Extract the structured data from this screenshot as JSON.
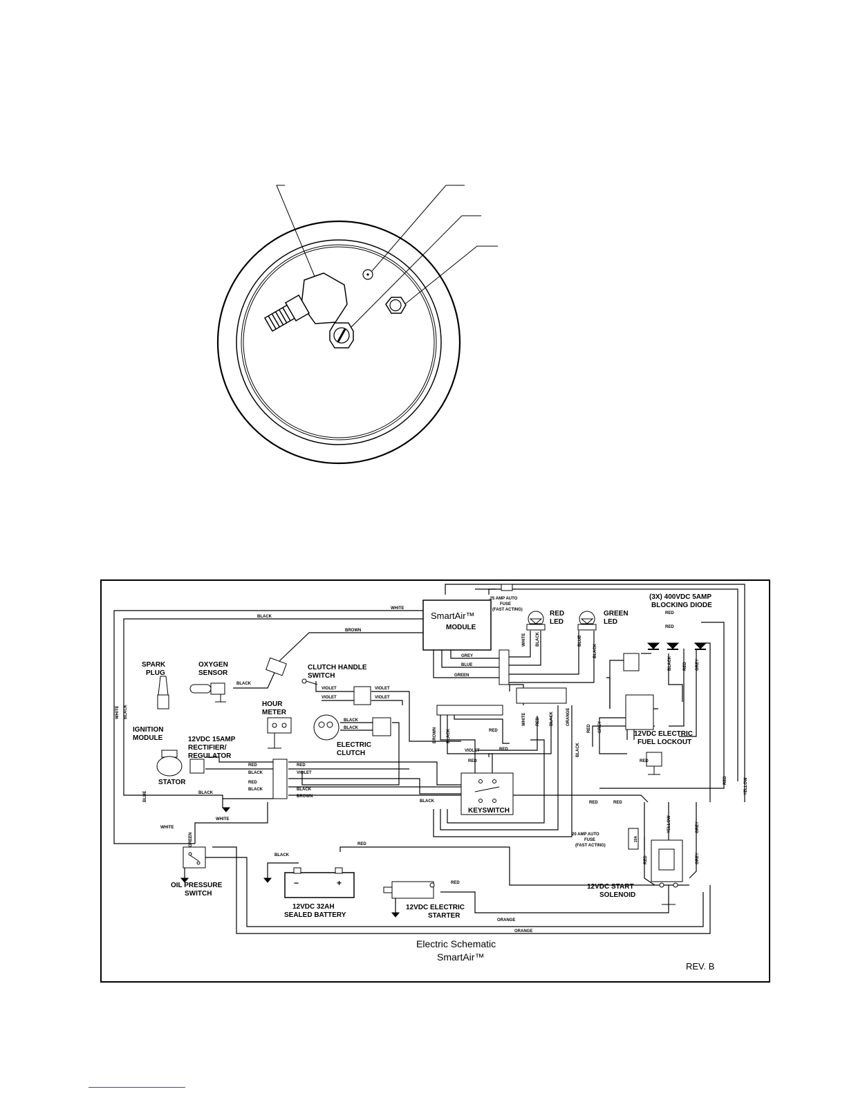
{
  "schematic": {
    "module": {
      "name": "SmartAir™",
      "sub": "MODULE"
    },
    "fuse_small": {
      "l1": ".25 AMP AUTO",
      "l2": "FUSE",
      "l3": "(FAST ACTING)"
    },
    "red_led": {
      "l1": "RED",
      "l2": "LED"
    },
    "green_led": {
      "l1": "GREEN",
      "l2": "LED"
    },
    "diode": {
      "l1": "(3X)  400VDC  5AMP",
      "l2": "BLOCKING  DIODE"
    },
    "spark_plug": {
      "l1": "SPARK",
      "l2": "PLUG"
    },
    "oxygen_sensor": {
      "l1": "OXYGEN",
      "l2": "SENSOR"
    },
    "clutch_switch": {
      "l1": "CLUTCH  HANDLE",
      "l2": "SWITCH"
    },
    "hour_meter": {
      "l1": "HOUR",
      "l2": "METER"
    },
    "ignition": {
      "l1": "IGNITION",
      "l2": "MODULE"
    },
    "rectifier": {
      "l1": "12VDC  15AMP",
      "l2": "RECTIFIER/",
      "l3": "REGULATOR"
    },
    "stator": "STATOR",
    "clutch": {
      "l1": "ELECTRIC",
      "l2": "CLUTCH"
    },
    "keyswitch": "KEYSWITCH",
    "fuel_lockout": {
      "l1": "12VDC  ELECTRIC",
      "l2": "FUEL  LOCKOUT"
    },
    "fuse_large": {
      "l1": "20 AMP AUTO",
      "l2": "FUSE",
      "l3": "(FAST ACTING)",
      "tag": "20A"
    },
    "oil_switch": {
      "l1": "OIL  PRESSURE",
      "l2": "SWITCH"
    },
    "battery": {
      "l1": "12VDC  32AH",
      "l2": "SEALED  BATTERY",
      "minus": "−",
      "plus": "+"
    },
    "starter": {
      "l1": "12VDC  ELECTRIC",
      "l2": "STARTER"
    },
    "solenoid": {
      "l1": "12VDC  START",
      "l2": "SOLENOID"
    },
    "caption": {
      "l1": "Electric Schematic",
      "l2": "SmartAir™"
    },
    "revision": "REV.  B",
    "wires": {
      "white": "WHITE",
      "black": "BLACK",
      "brown": "BROWN",
      "violet": "VIOLET",
      "red": "RED",
      "grey": "GREY",
      "blue": "BLUE",
      "green": "GREEN",
      "orange": "ORANGE",
      "yellow": "YELLOW"
    }
  }
}
